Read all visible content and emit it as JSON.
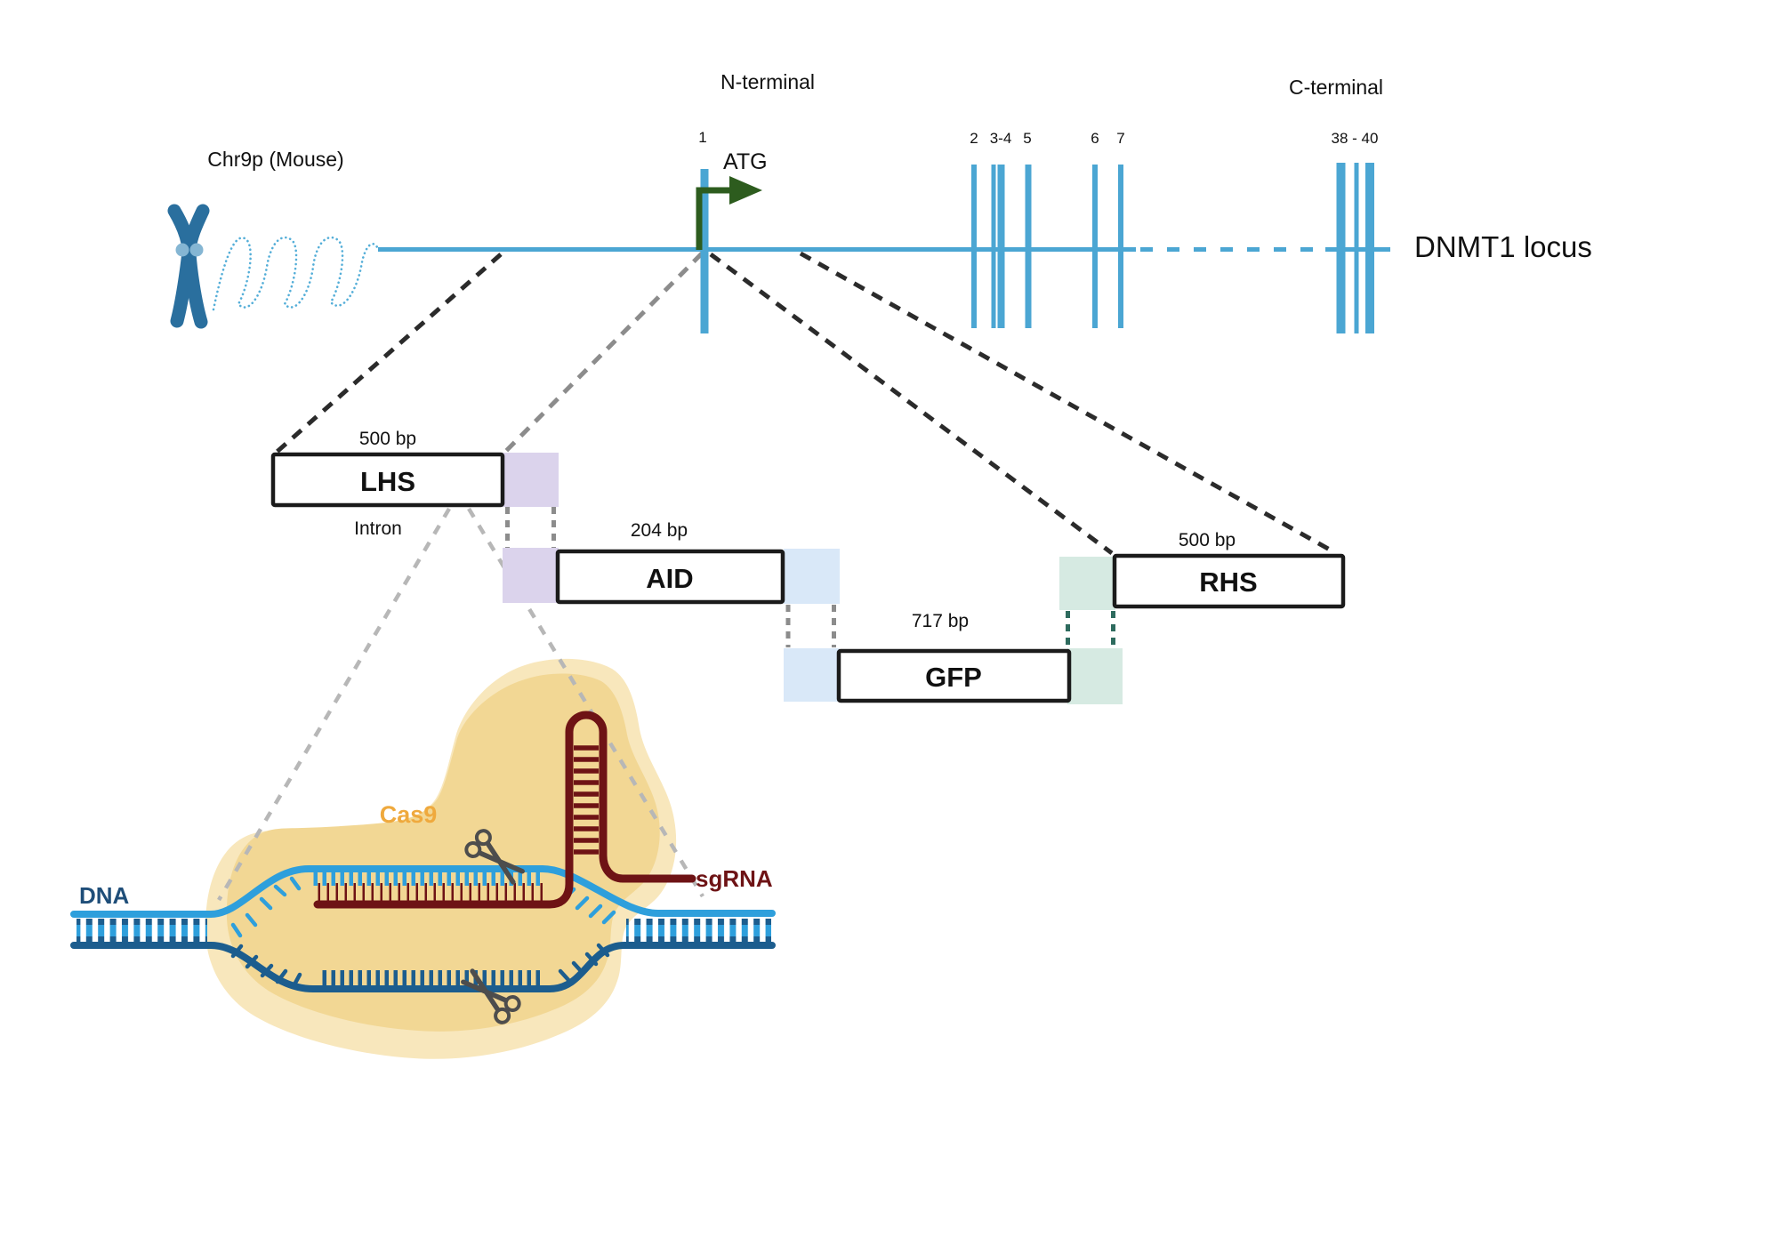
{
  "locus_map": {
    "chromosome_label": "Chr9p (Mouse)",
    "n_terminal_label": "N-terminal",
    "c_terminal_label": "C-terminal",
    "start_codon_label": "ATG",
    "locus_label": "DNMT1 locus",
    "exon_labels": {
      "exon1": "1",
      "exon2": "2",
      "exon3_4": "3-4",
      "exon5": "5",
      "exon6": "6",
      "exon7": "7",
      "exon38_40": "38 - 40"
    }
  },
  "targeting_construct": {
    "lhs": {
      "label": "LHS",
      "size": "500 bp"
    },
    "intron_label": "Intron",
    "aid": {
      "label": "AID",
      "size": "204 bp"
    },
    "gfp": {
      "label": "GFP",
      "size": "717 bp"
    },
    "rhs": {
      "label": "RHS",
      "size": "500 bp"
    }
  },
  "crispr_complex": {
    "cas9_label": "Cas9",
    "sgrna_label": "sgRNA",
    "dna_label": "DNA"
  },
  "colors": {
    "locus_blue": "#4BA6D3",
    "atg_green": "#2D5C1E",
    "homology_purple": "#DBD3EC",
    "homology_blue": "#D9E8F8",
    "homology_green": "#D6EAE2",
    "teal_dash": "#2E6B5E",
    "black_dash": "#2B2B2B",
    "gray_dash": "#8C8C8C",
    "lightgray_dash": "#B7B7B7",
    "cas9_yellow_outer": "#F8E7BC",
    "cas9_yellow_inner": "#F2D794",
    "cas9_orange": "#EFA93D",
    "sgrna_maroon": "#6E1315",
    "dna_light_blue": "#2E9FDC",
    "dna_dark_blue": "#1C5D8E",
    "dna_text_navy": "#1F4E79",
    "scissors_gray": "#4D4D4D",
    "chromosome_blue": "#2A6F9E",
    "centromere_blue": "#85B6D3"
  }
}
